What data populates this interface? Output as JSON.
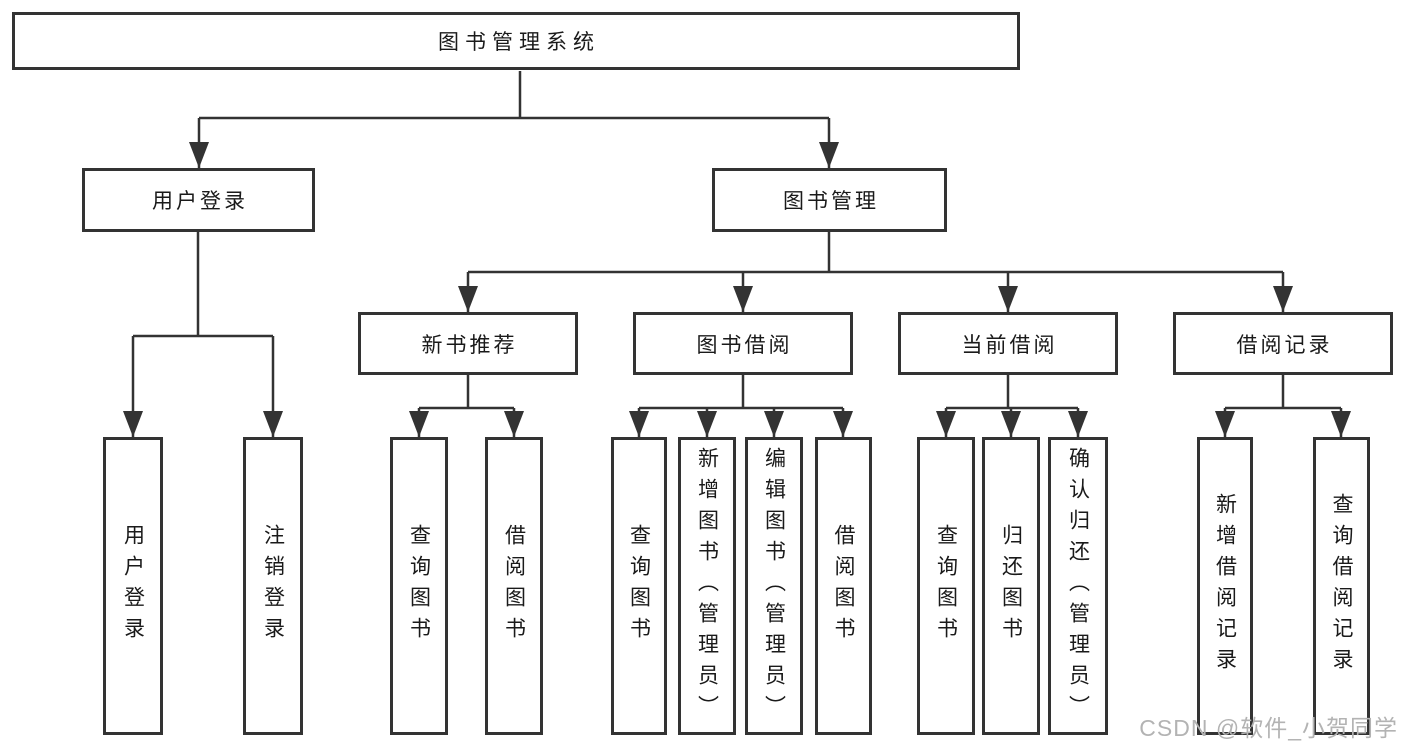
{
  "diagram": {
    "root": {
      "label": "图书管理系统"
    },
    "level2": [
      {
        "label": "用户登录"
      },
      {
        "label": "图书管理"
      }
    ],
    "level3": [
      {
        "label": "新书推荐"
      },
      {
        "label": "图书借阅"
      },
      {
        "label": "当前借阅"
      },
      {
        "label": "借阅记录"
      }
    ],
    "leaves": {
      "user_login": [
        {
          "label": "用户登录"
        },
        {
          "label": "注销登录"
        }
      ],
      "new_book_recommend": [
        {
          "label": "查询图书"
        },
        {
          "label": "借阅图书"
        }
      ],
      "book_borrowing": [
        {
          "label": "查询图书"
        },
        {
          "label": "新增图书（管理员）"
        },
        {
          "label": "编辑图书（管理员）"
        },
        {
          "label": "借阅图书"
        }
      ],
      "current_borrowing": [
        {
          "label": "查询图书"
        },
        {
          "label": "归还图书"
        },
        {
          "label": "确认归还（管理员）"
        }
      ],
      "borrowing_records": [
        {
          "label": "新增借阅记录"
        },
        {
          "label": "查询借阅记录"
        }
      ]
    }
  },
  "watermark": {
    "text": "CSDN @软件_小贺同学"
  },
  "colors": {
    "line": "#333333",
    "border": "#333333",
    "text": "#1a1a1a",
    "watermark": "#b3b3b3",
    "background": "#ffffff"
  }
}
